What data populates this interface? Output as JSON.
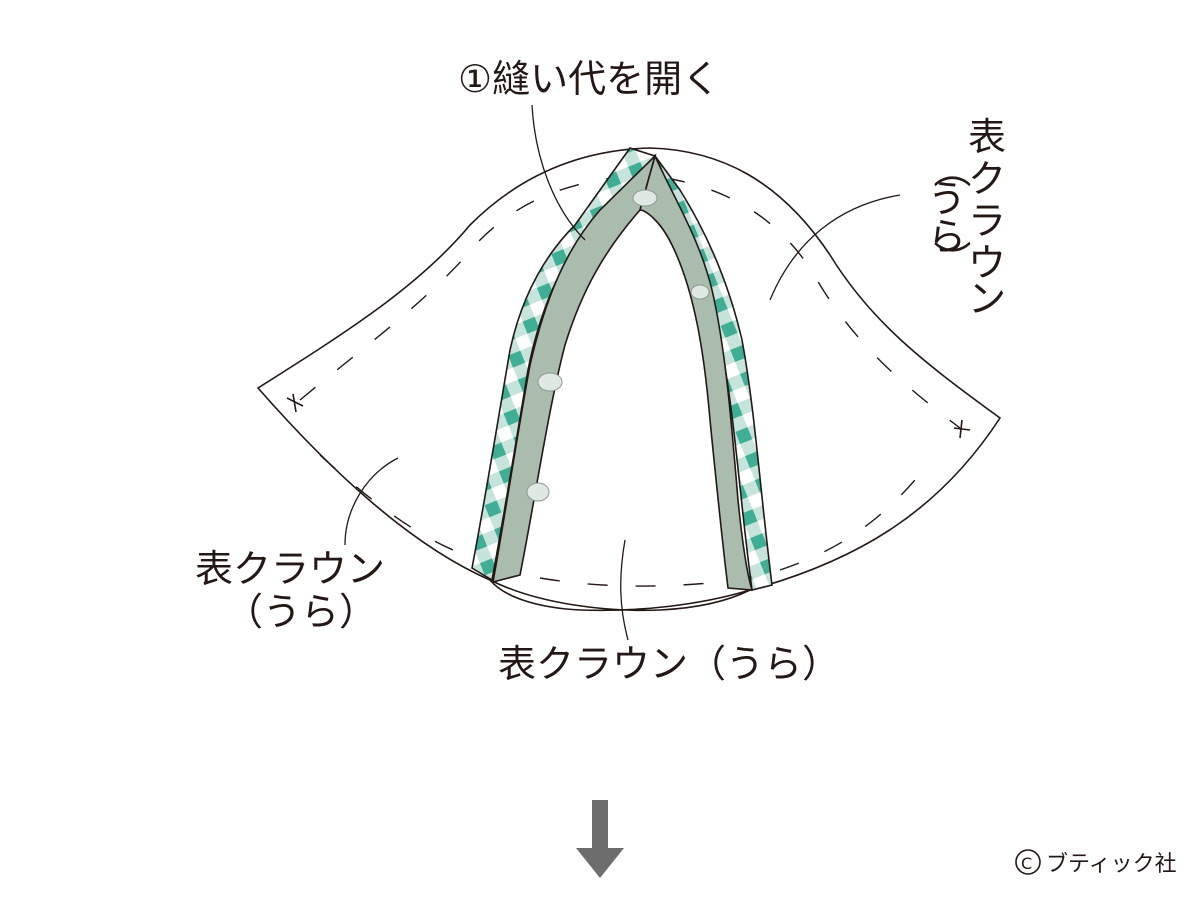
{
  "labels": {
    "step": "①縫い代を開く",
    "crown_left_line1": "表クラウン",
    "crown_left_line2": "（うら）",
    "crown_bottom": "表クラウン（うら）",
    "crown_right_vertical": [
      "表",
      "ク",
      "ラ",
      "ウ",
      "ン",
      "（",
      "う",
      "ら",
      "）"
    ]
  },
  "copyright": "ブティック社",
  "colors": {
    "line": "#231815",
    "gingham_light": "#b8ddd2",
    "gingham_dark": "#3fae94",
    "seam_lining": "#a9bcae",
    "arrow": "#6d6d6d"
  },
  "icons": {
    "arrow": "arrow-down-icon",
    "copyright_symbol": "copyright-icon"
  }
}
